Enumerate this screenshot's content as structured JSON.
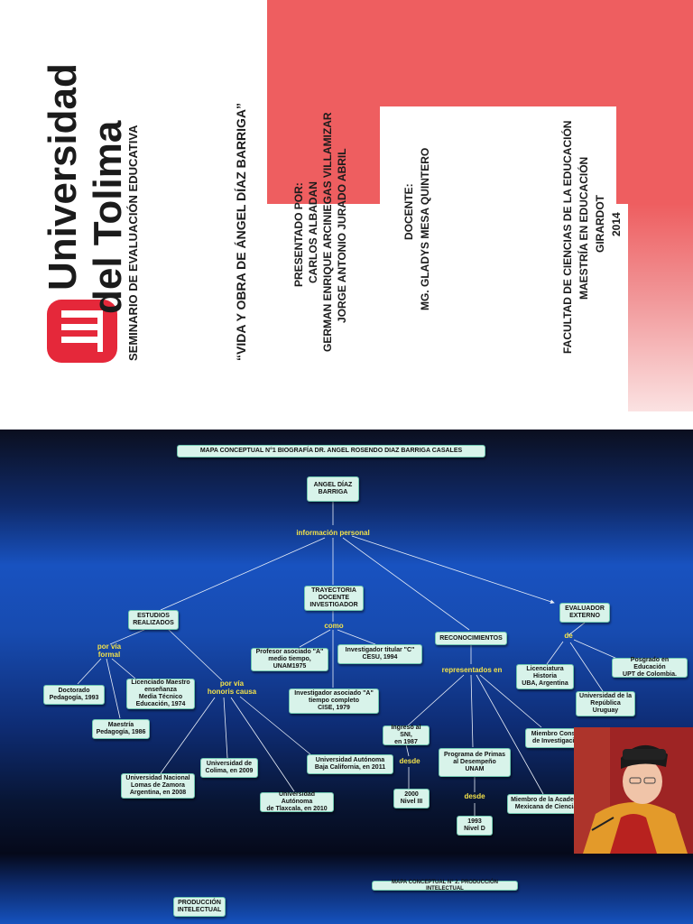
{
  "cover": {
    "logo_line1": "Universidad",
    "logo_line2": "del Tolima",
    "seminar": "SEMINARIO DE EVALUACIÓN EDUCATIVA",
    "title": "“VIDA Y OBRA DE ÁNGEL DÍAZ BARRIGA”",
    "presented_label": "PRESENTADO POR:",
    "authors": [
      "CARLOS ALBADAN",
      "GERMAN ENRIQUE ARCINIEGAS VILLAMIZAR",
      "JORGE ANTONIO  JURADO ABRIL"
    ],
    "teacher_label": "DOCENTE:",
    "teacher": "MG. GLADYS MESA QUINTERO",
    "faculty": "FACULTAD DE CIENCIAS DE LA EDUCACIÓN",
    "program": "MAESTRÍA EN EDUCACIÓN",
    "city": "GIRARDOT",
    "year": "2014",
    "colors": {
      "brand_red": "#e5283a",
      "deco_red": "#ee5e60",
      "text": "#1b1b1b"
    }
  },
  "map1": {
    "title": "MAPA CONCEPTUAL N°1 BIOGRAFÍA DR. ANGEL ROSENDO DIAZ BARRIGA CASALES",
    "nodes": {
      "root": "ANGEL DÍAZ\nBARRIGA",
      "trayectoria": "TRAYECTORIA\nDOCENTE\nINVESTIGADOR",
      "estudios": "ESTUDIOS\nREALIZADOS",
      "reconocimientos": "RECONOCIMIENTOS",
      "evaluador": "EVALUADOR\nEXTERNO",
      "profesor": "Profesor asociado \"A\"\nmedio tiempo,\nUNAM1975",
      "inv_titular": "Investigador titular \"C\"\nCESU, 1994",
      "inv_asociado": "Investigador asociado \"A\"\ntiempo completo\nCISE, 1979",
      "doctorado": "Doctorado\nPedagogía, 1993",
      "maestria": "Maestría\nPedagogía, 1986",
      "licenciado": "Licenciado Maestro\nenseñanza\nMedia Técnico\nEducación, 1974",
      "u_nacional": "Universidad Nacional\nLomas de Zamora\nArgentina, en 2008",
      "u_colima": "Universidad de\nColima, en 2009",
      "u_tlaxcala": "Universidad Autónoma\nde Tlaxcala, en 2010",
      "u_baja": "Universidad Autónoma\nBaja California, en 2011",
      "sni": "Ingresó al SNI,\nen 1987",
      "nivel3": "2000\nNivel III",
      "primas": "Programa de Primas\nal Desempeño\nUNAM",
      "nivel_d": "1993\nNivel D",
      "academia": "Miembro de la Academia\nMexicana de Ciencias",
      "consejo": "Miembro Consejo Mexicano\nde Investigación Educativa",
      "lic_historia": "Licenciatura\nHistoria\nUBA, Argentina",
      "posgrado": "Posgrado en Educación\nUPT de Colombia.",
      "u_republica": "Universidad de la\nRepública\nUruguay"
    },
    "links": {
      "info": "información personal",
      "como": "como",
      "formal": "por vía\nformal",
      "honoris": "por vía\nhonoris causa",
      "representados": "representados en",
      "de": "de",
      "desde1": "desde",
      "desde2": "desde"
    },
    "colors": {
      "node_fill": "#d8f3ea",
      "link_text": "#f3e24a",
      "line": "#e8eef8"
    }
  },
  "map2": {
    "title": "MAPA CONCEPTUAL N° 2. PRODUCCIÓN INTELECTUAL",
    "node": "PRODUCCIÓN\nINTELECTUAL"
  }
}
